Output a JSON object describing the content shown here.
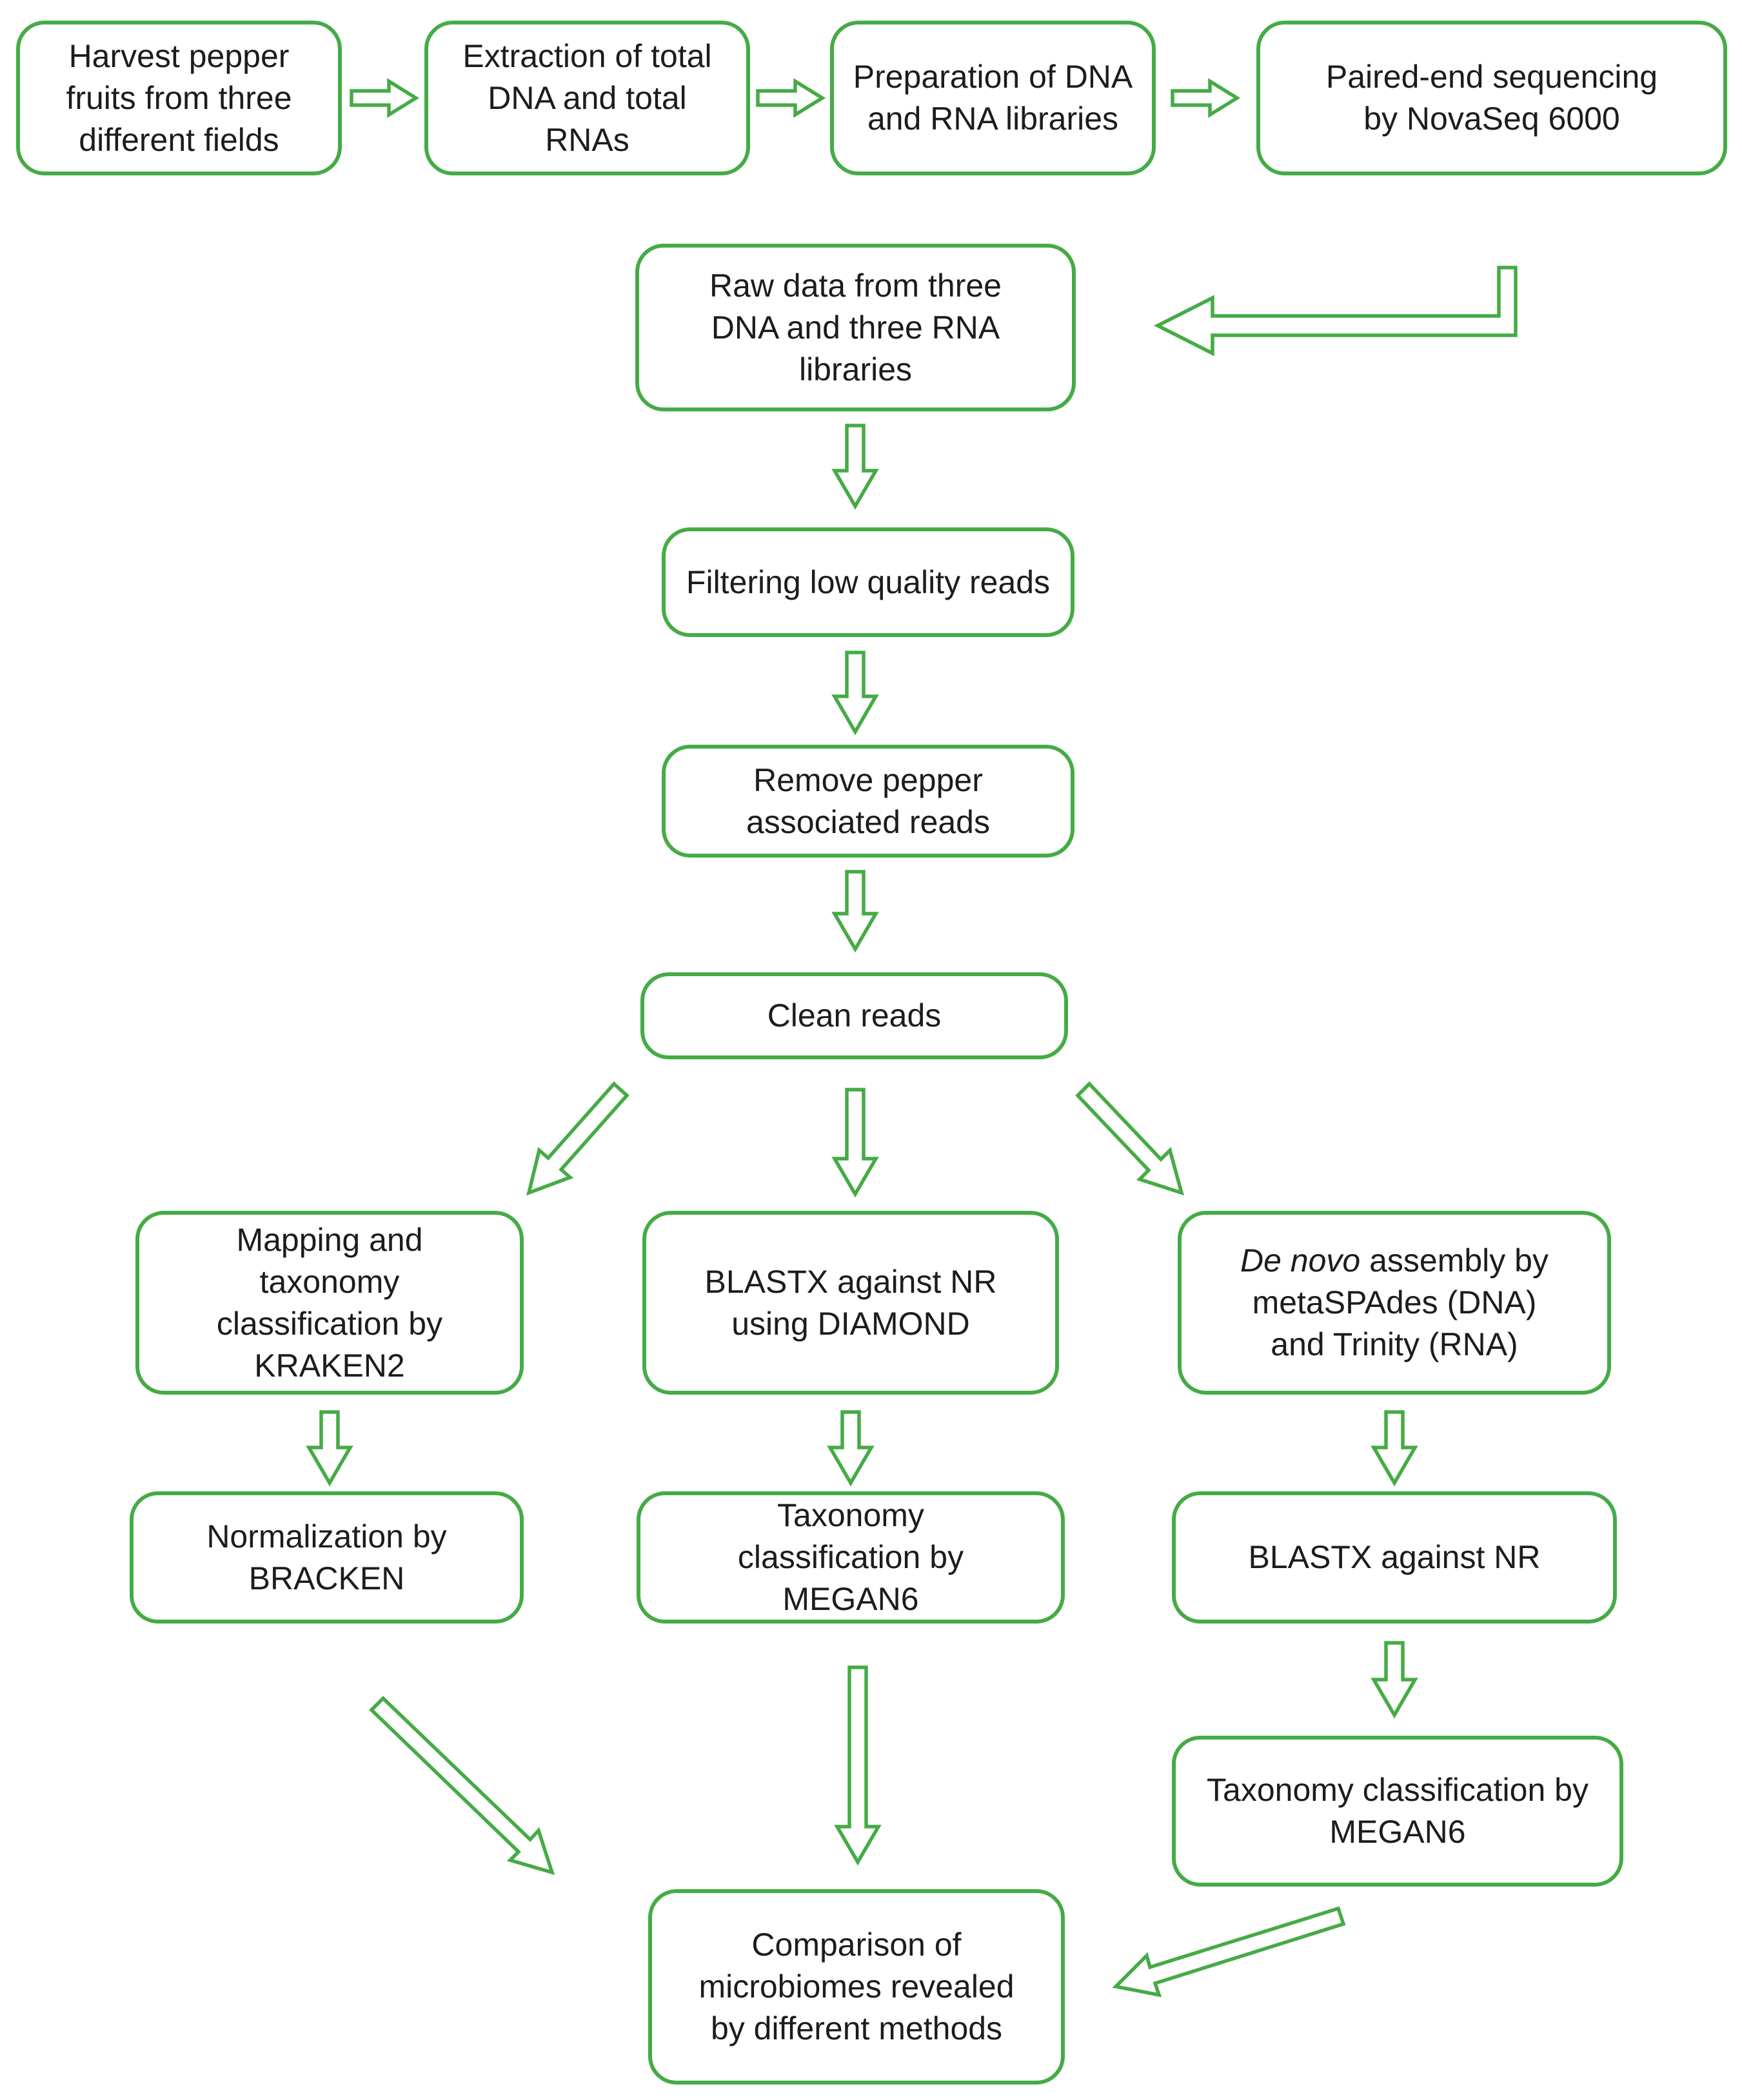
{
  "figure": {
    "type": "flowchart",
    "description": "Workflow for pepper fruit metagenome/metatranscriptome microbiome analysis"
  },
  "colors": {
    "accent_green": "#45ab45",
    "text": "#1c1c1c",
    "node_fill": "#ffffff",
    "background": "#ffffff"
  },
  "nodes": {
    "harvest": {
      "label": "Harvest pepper fruits from three different fields"
    },
    "extraction": {
      "label": "Extraction of total DNA and total RNAs"
    },
    "preparation": {
      "label": "Preparation of DNA and RNA libraries"
    },
    "sequencing": {
      "label": "Paired-end sequencing by NovaSeq 6000"
    },
    "raw_data": {
      "label": "Raw data from three DNA and three RNA libraries"
    },
    "filtering": {
      "label": "Filtering low quality reads"
    },
    "remove_pepper": {
      "label": "Remove pepper associated reads"
    },
    "clean_reads": {
      "label": "Clean reads"
    },
    "kraken": {
      "label": "Mapping and taxonomy classification by KRAKEN2"
    },
    "diamond": {
      "label": "BLASTX against NR using DIAMOND"
    },
    "denovo": {
      "label_italic": "De novo",
      "label_rest": " assembly by metaSPAdes (DNA) and Trinity (RNA)"
    },
    "bracken": {
      "label": "Normalization by BRACKEN"
    },
    "megan_reads": {
      "label": "Taxonomy classification by MEGAN6"
    },
    "blastx_contigs": {
      "label": "BLASTX against NR"
    },
    "megan_contigs": {
      "label": "Taxonomy classification by MEGAN6"
    },
    "comparison": {
      "label": "Comparison of microbiomes revealed by different methods"
    }
  },
  "edges": [
    {
      "from": "harvest",
      "to": "extraction"
    },
    {
      "from": "extraction",
      "to": "preparation"
    },
    {
      "from": "preparation",
      "to": "sequencing"
    },
    {
      "from": "sequencing",
      "to": "raw_data"
    },
    {
      "from": "raw_data",
      "to": "filtering"
    },
    {
      "from": "filtering",
      "to": "remove_pepper"
    },
    {
      "from": "remove_pepper",
      "to": "clean_reads"
    },
    {
      "from": "clean_reads",
      "to": "kraken"
    },
    {
      "from": "clean_reads",
      "to": "diamond"
    },
    {
      "from": "clean_reads",
      "to": "denovo"
    },
    {
      "from": "kraken",
      "to": "bracken"
    },
    {
      "from": "diamond",
      "to": "megan_reads"
    },
    {
      "from": "denovo",
      "to": "blastx_contigs"
    },
    {
      "from": "blastx_contigs",
      "to": "megan_contigs"
    },
    {
      "from": "bracken",
      "to": "comparison"
    },
    {
      "from": "megan_reads",
      "to": "comparison"
    },
    {
      "from": "megan_contigs",
      "to": "comparison"
    }
  ]
}
